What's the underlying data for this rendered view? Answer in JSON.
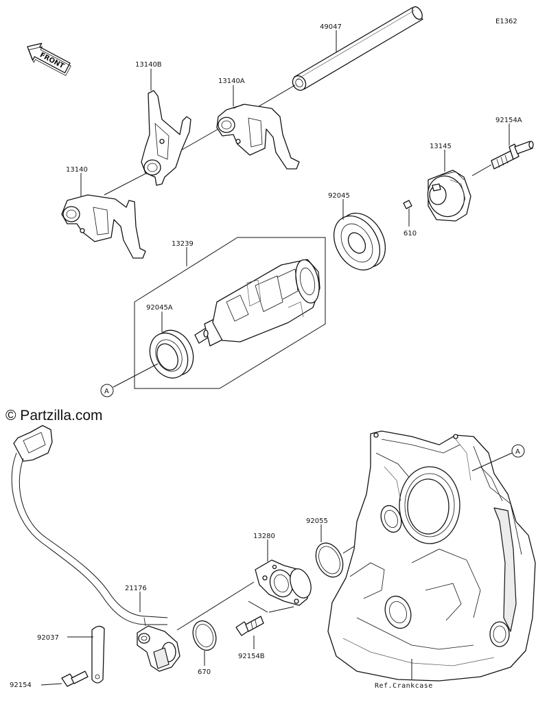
{
  "diagram_id": "E1362",
  "watermark": "© Partzilla.com",
  "front_label": "FRONT",
  "callouts": {
    "A": "A"
  },
  "parts": {
    "p49047": "49047",
    "p13140B": "13140B",
    "p13140A": "13140A",
    "p13140": "13140",
    "p92154A": "92154A",
    "p13145": "13145",
    "p92045": "92045",
    "p610": "610",
    "p13239": "13239",
    "p92045A": "92045A",
    "p92055": "92055",
    "p13280": "13280",
    "p21176": "21176",
    "p92037": "92037",
    "p92154": "92154",
    "p670": "670",
    "p92154B": "92154B",
    "ref_crankcase": "Ref.Crankcase"
  }
}
